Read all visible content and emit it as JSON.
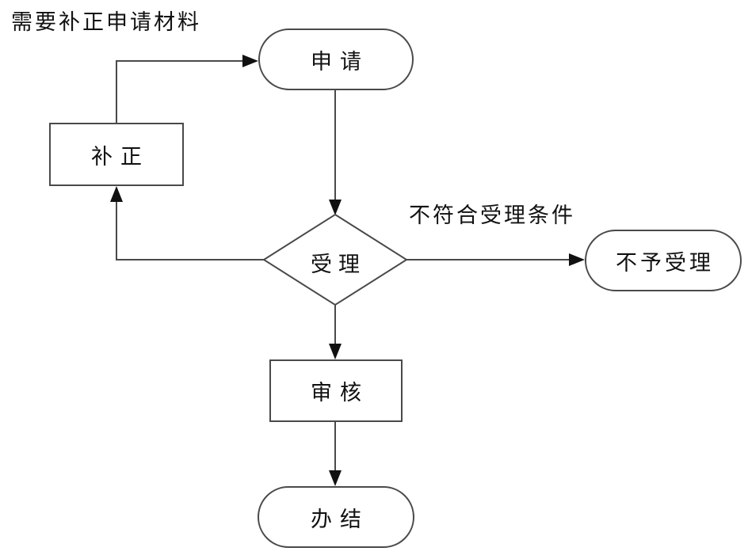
{
  "flowchart": {
    "nodes": {
      "apply": {
        "label": "申请",
        "shape": "stadium"
      },
      "supplement": {
        "label": "补正",
        "shape": "rectangle"
      },
      "accept": {
        "label": "受理",
        "shape": "diamond"
      },
      "reject": {
        "label": "不予受理",
        "shape": "stadium"
      },
      "review": {
        "label": "审核",
        "shape": "rectangle"
      },
      "complete": {
        "label": "办结",
        "shape": "stadium"
      }
    },
    "edge_labels": {
      "need_supplement": "需要补正申请材料",
      "not_meet_acceptance": "不符合受理条件"
    },
    "edges": [
      {
        "from": "apply",
        "to": "accept",
        "label": ""
      },
      {
        "from": "accept",
        "to": "reject",
        "label": "不符合受理条件"
      },
      {
        "from": "accept",
        "to": "supplement",
        "label": "需要补正申请材料"
      },
      {
        "from": "supplement",
        "to": "apply",
        "label": ""
      },
      {
        "from": "accept",
        "to": "review",
        "label": ""
      },
      {
        "from": "review",
        "to": "complete",
        "label": ""
      }
    ],
    "colors": {
      "background": "#ffffff",
      "shape_stroke": "#4a4a4a",
      "arrow_fill": "#111111",
      "text": "#111111"
    }
  }
}
